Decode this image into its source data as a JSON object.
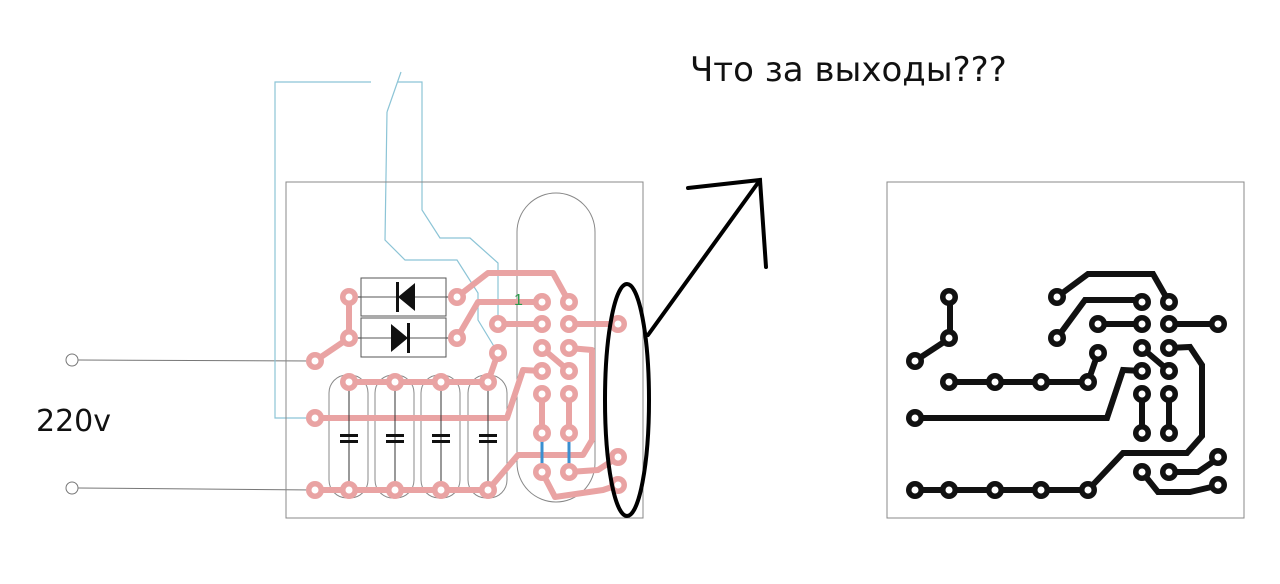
{
  "annotation": {
    "question": "Что за выходы???"
  },
  "input_label": "220v",
  "pin1_label": "1",
  "colors": {
    "copper_top": "#e9a3a3",
    "copper_bottom": "#111111",
    "jumper": "#3a8fd0",
    "wire": "#8cc4d6"
  }
}
